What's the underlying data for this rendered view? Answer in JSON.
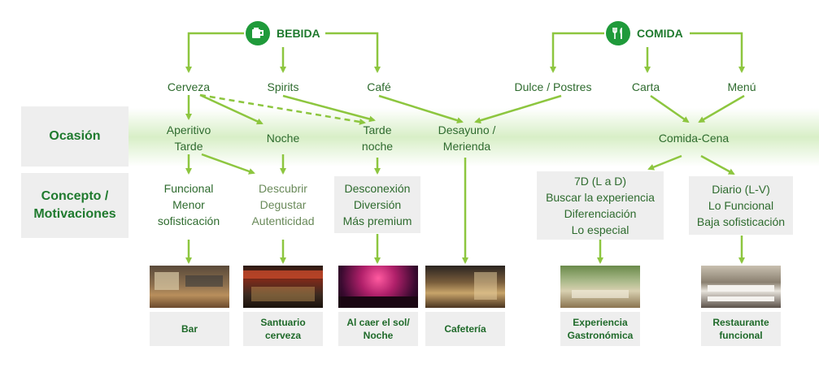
{
  "colors": {
    "arrow": "#8dc63f",
    "title": "#1f7a2e",
    "text": "#2e6b2e",
    "label_bg": "#eeeeee",
    "icon_bg": "#1f9a3a"
  },
  "rows": {
    "ocasion": "Ocasión",
    "concepto": "Concepto /\nMotivaciones"
  },
  "headers": {
    "bebida": {
      "label": "BEBIDA",
      "icon": "cup-icon"
    },
    "comida": {
      "label": "COMIDA",
      "icon": "fork-knife-icon"
    }
  },
  "level1": {
    "cerveza": "Cerveza",
    "spirits": "Spirits",
    "cafe": "Café",
    "dulce": "Dulce / Postres",
    "carta": "Carta",
    "menu": "Menú"
  },
  "ocasiones": {
    "aperitivo": "Aperitivo\nTarde",
    "noche": "Noche",
    "tarde_noche": "Tarde\nnoche",
    "desayuno": "Desayuno /\nMerienda",
    "comida_cena": "Comida-Cena"
  },
  "conceptos": {
    "funcional": "Funcional\nMenor\nsofisticación",
    "descubrir": "Descubrir\nDegustar\nAutenticidad",
    "desconexion": "Desconexión\nDiversión\nMás premium",
    "experiencia": "7D (L a D)\nBuscar la experiencia\nDiferenciación\nLo especial",
    "diario": "Diario (L-V)\nLo Funcional\nBaja sofisticación"
  },
  "venues": [
    {
      "label": "Bar",
      "image": "bar-photo"
    },
    {
      "label": "Santuario\ncerveza",
      "image": "beer-sanctuary-photo"
    },
    {
      "label": "Al caer el sol/\nNoche",
      "image": "night-concert-photo"
    },
    {
      "label": "Cafetería",
      "image": "cafe-photo"
    },
    {
      "label": "Experiencia\nGastronómica",
      "image": "gastronomic-restaurant-photo"
    },
    {
      "label": "Restaurante\nfuncional",
      "image": "functional-restaurant-photo"
    }
  ]
}
